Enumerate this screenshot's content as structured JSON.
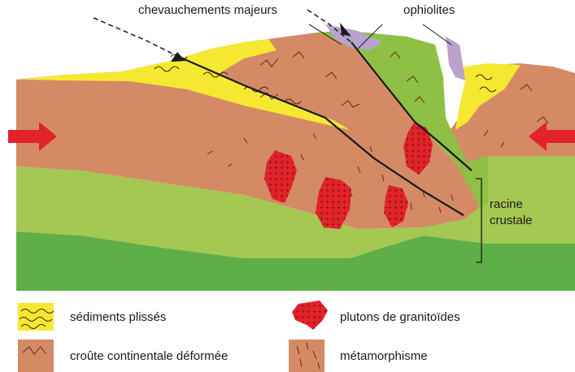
{
  "labels": {
    "chevauchements": "chevauchements majeurs",
    "ophiolites": "ophiolites",
    "racine_line1": "racine",
    "racine_line2": "crustale"
  },
  "legend": [
    {
      "key": "sediments",
      "label": "sédiments plissés"
    },
    {
      "key": "plutons",
      "label": "plutons de granitoïdes"
    },
    {
      "key": "croute",
      "label": "croûte continentale déformée"
    },
    {
      "key": "metamorphisme",
      "label": "métamorphisme"
    }
  ],
  "colors": {
    "crust": "#d48a64",
    "sediment": "#f6e831",
    "ophiolite": "#b9a2cc",
    "mantle_light": "#a5c852",
    "mantle_dark": "#5faf48",
    "green_band": "#8ec045",
    "pluton": "#e2232a",
    "arrow": "#e2232a",
    "line": "#1a1a1a"
  }
}
